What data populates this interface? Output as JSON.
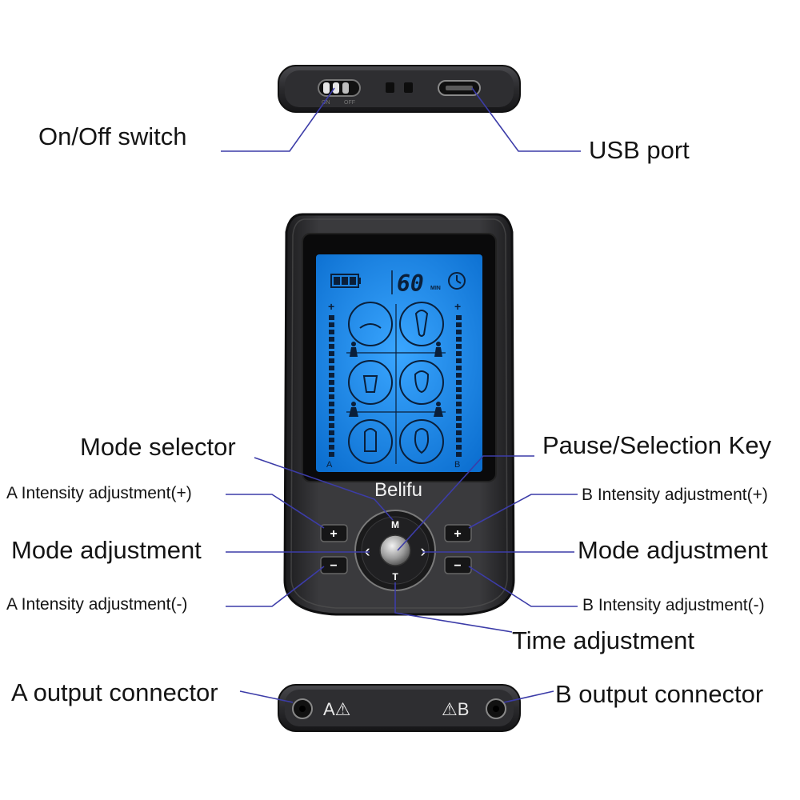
{
  "device": {
    "brand": "Belifu",
    "timer_value": "60",
    "timer_unit": "MIN",
    "channel_a": "A",
    "channel_b": "B",
    "plus_symbol": "+",
    "minus_symbol": "−",
    "button_m": "M",
    "button_t": "T",
    "arrow_left": "‹",
    "arrow_right": "›",
    "connector_a": "A⚠",
    "connector_b": "⚠B",
    "switch_on": "ON",
    "switch_off": "OFF"
  },
  "labels": {
    "on_off_switch": "On/Off switch",
    "usb_port": "USB port",
    "mode_selector": "Mode selector",
    "pause_selection_key": "Pause/Selection Key",
    "a_intensity_plus": "A Intensity adjustment(+)",
    "b_intensity_plus": "B Intensity adjustment(+)",
    "mode_adjustment_left": "Mode adjustment",
    "mode_adjustment_right": "Mode adjustment",
    "a_intensity_minus": "A Intensity adjustment(-)",
    "b_intensity_minus": "B Intensity adjustment(-)",
    "time_adjustment": "Time adjustment",
    "a_output_connector": "A output connector",
    "b_output_connector": "B output connector"
  },
  "colors": {
    "leader_line": "#3c3ca8",
    "device_body": "#2b2b2e",
    "lcd_background": "#1e88e8",
    "lcd_ink": "#0a1f3a"
  }
}
